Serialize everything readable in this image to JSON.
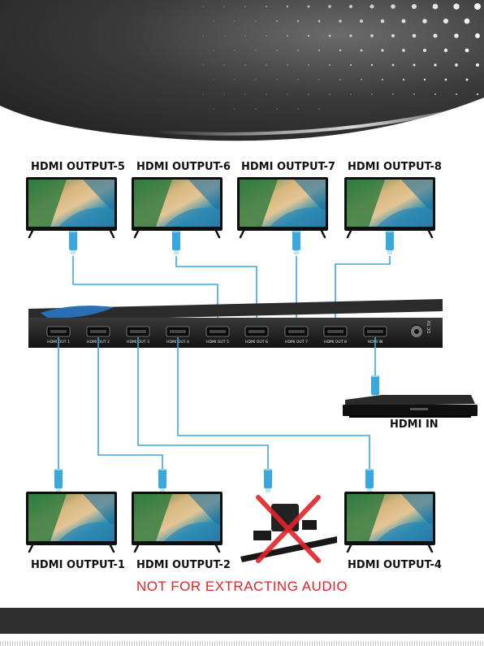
{
  "outputs_top": [
    "HDMI OUTPUT-5",
    "HDMI OUTPUT-6",
    "HDMI OUTPUT-7",
    "HDMI OUTPUT-8"
  ],
  "outputs_bottom": [
    "HDMI OUTPUT-1",
    "HDMI OUTPUT-2",
    "HDMI OUTPUT-4"
  ],
  "input_label": "HDMI IN",
  "port_labels": [
    "HDMI OUT 1",
    "HDMI OUT 2",
    "HDMI OUT 3",
    "HDMI OUT 4",
    "HDMI OUT 5",
    "HDMI OUT 6",
    "HDMI OUT 7",
    "HDMI OUT 8",
    "HDMI IN"
  ],
  "power_label": "DC 5V",
  "note": "NOT FOR EXTRACTING AUDIO",
  "colors": {
    "cable": "#3aa8e0",
    "warning": "#e2232a",
    "device": "#1c1c1c",
    "accent": "#2a6fb3"
  }
}
